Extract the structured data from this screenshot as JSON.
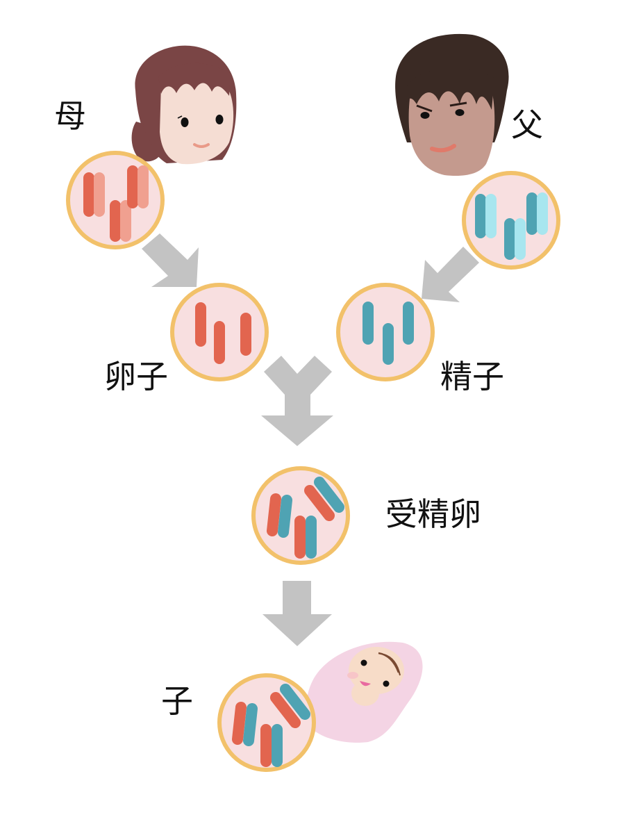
{
  "labels": {
    "mother": "母",
    "father": "父",
    "egg": "卵子",
    "sperm": "精子",
    "zygote": "受精卵",
    "child": "子"
  },
  "colors": {
    "cell_ring": "#f2c16a",
    "cell_fill": "#f8dfe0",
    "maternal_dark": "#e2654f",
    "maternal_light": "#f0a090",
    "paternal_dark": "#4fa3b3",
    "paternal_light": "#a8e6ef",
    "arrow": "#c3c3c3",
    "mother_hair": "#7a4545",
    "mother_skin": "#f5ddd3",
    "father_hair": "#3a2a24",
    "father_skin": "#c49a8e",
    "baby_blanket": "#f4d4e4",
    "baby_skin": "#f7dcc8"
  },
  "icons": {
    "mother": "mother-face-icon",
    "father": "father-face-icon",
    "baby": "baby-icon"
  }
}
